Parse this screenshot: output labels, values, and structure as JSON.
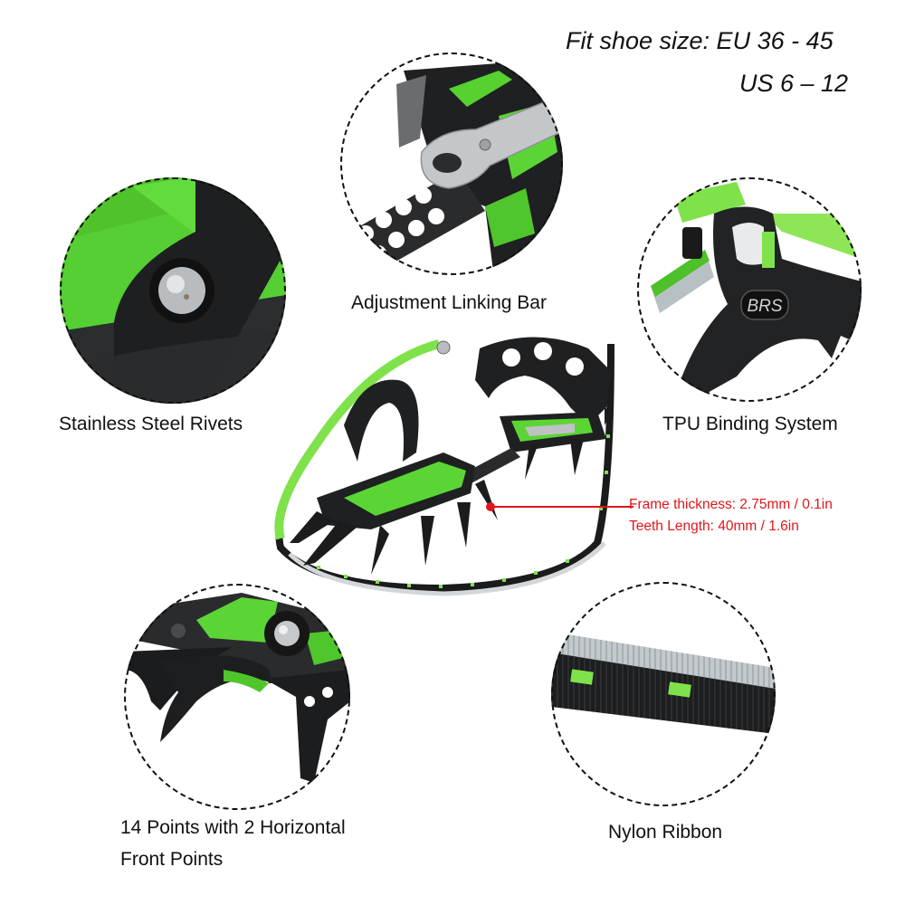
{
  "fit": {
    "line1": "Fit shoe size: EU 36 - 45",
    "line2": "US 6 – 12"
  },
  "features": [
    {
      "id": "adjustment-linking-bar",
      "label": "Adjustment Linking Bar"
    },
    {
      "id": "stainless-steel-rivets",
      "label": "Stainless Steel Rivets"
    },
    {
      "id": "tpu-binding-system",
      "label": "TPU Binding System",
      "logo_text": "BRS"
    },
    {
      "id": "points",
      "label_line1": "14 Points with 2 Horizontal",
      "label_line2": "Front Points"
    },
    {
      "id": "nylon-ribbon",
      "label": "Nylon Ribbon"
    }
  ],
  "specs": {
    "frame_thickness": "Frame thickness: 2.75mm / 0.1in",
    "teeth_length": "Teeth Length: 40mm / 1.6in"
  },
  "colors": {
    "accent_green": "#5fd33a",
    "frame_black": "#1c1d1f",
    "steel": "#c9cccf",
    "callout_red": "#e0161b",
    "text": "#111111"
  }
}
